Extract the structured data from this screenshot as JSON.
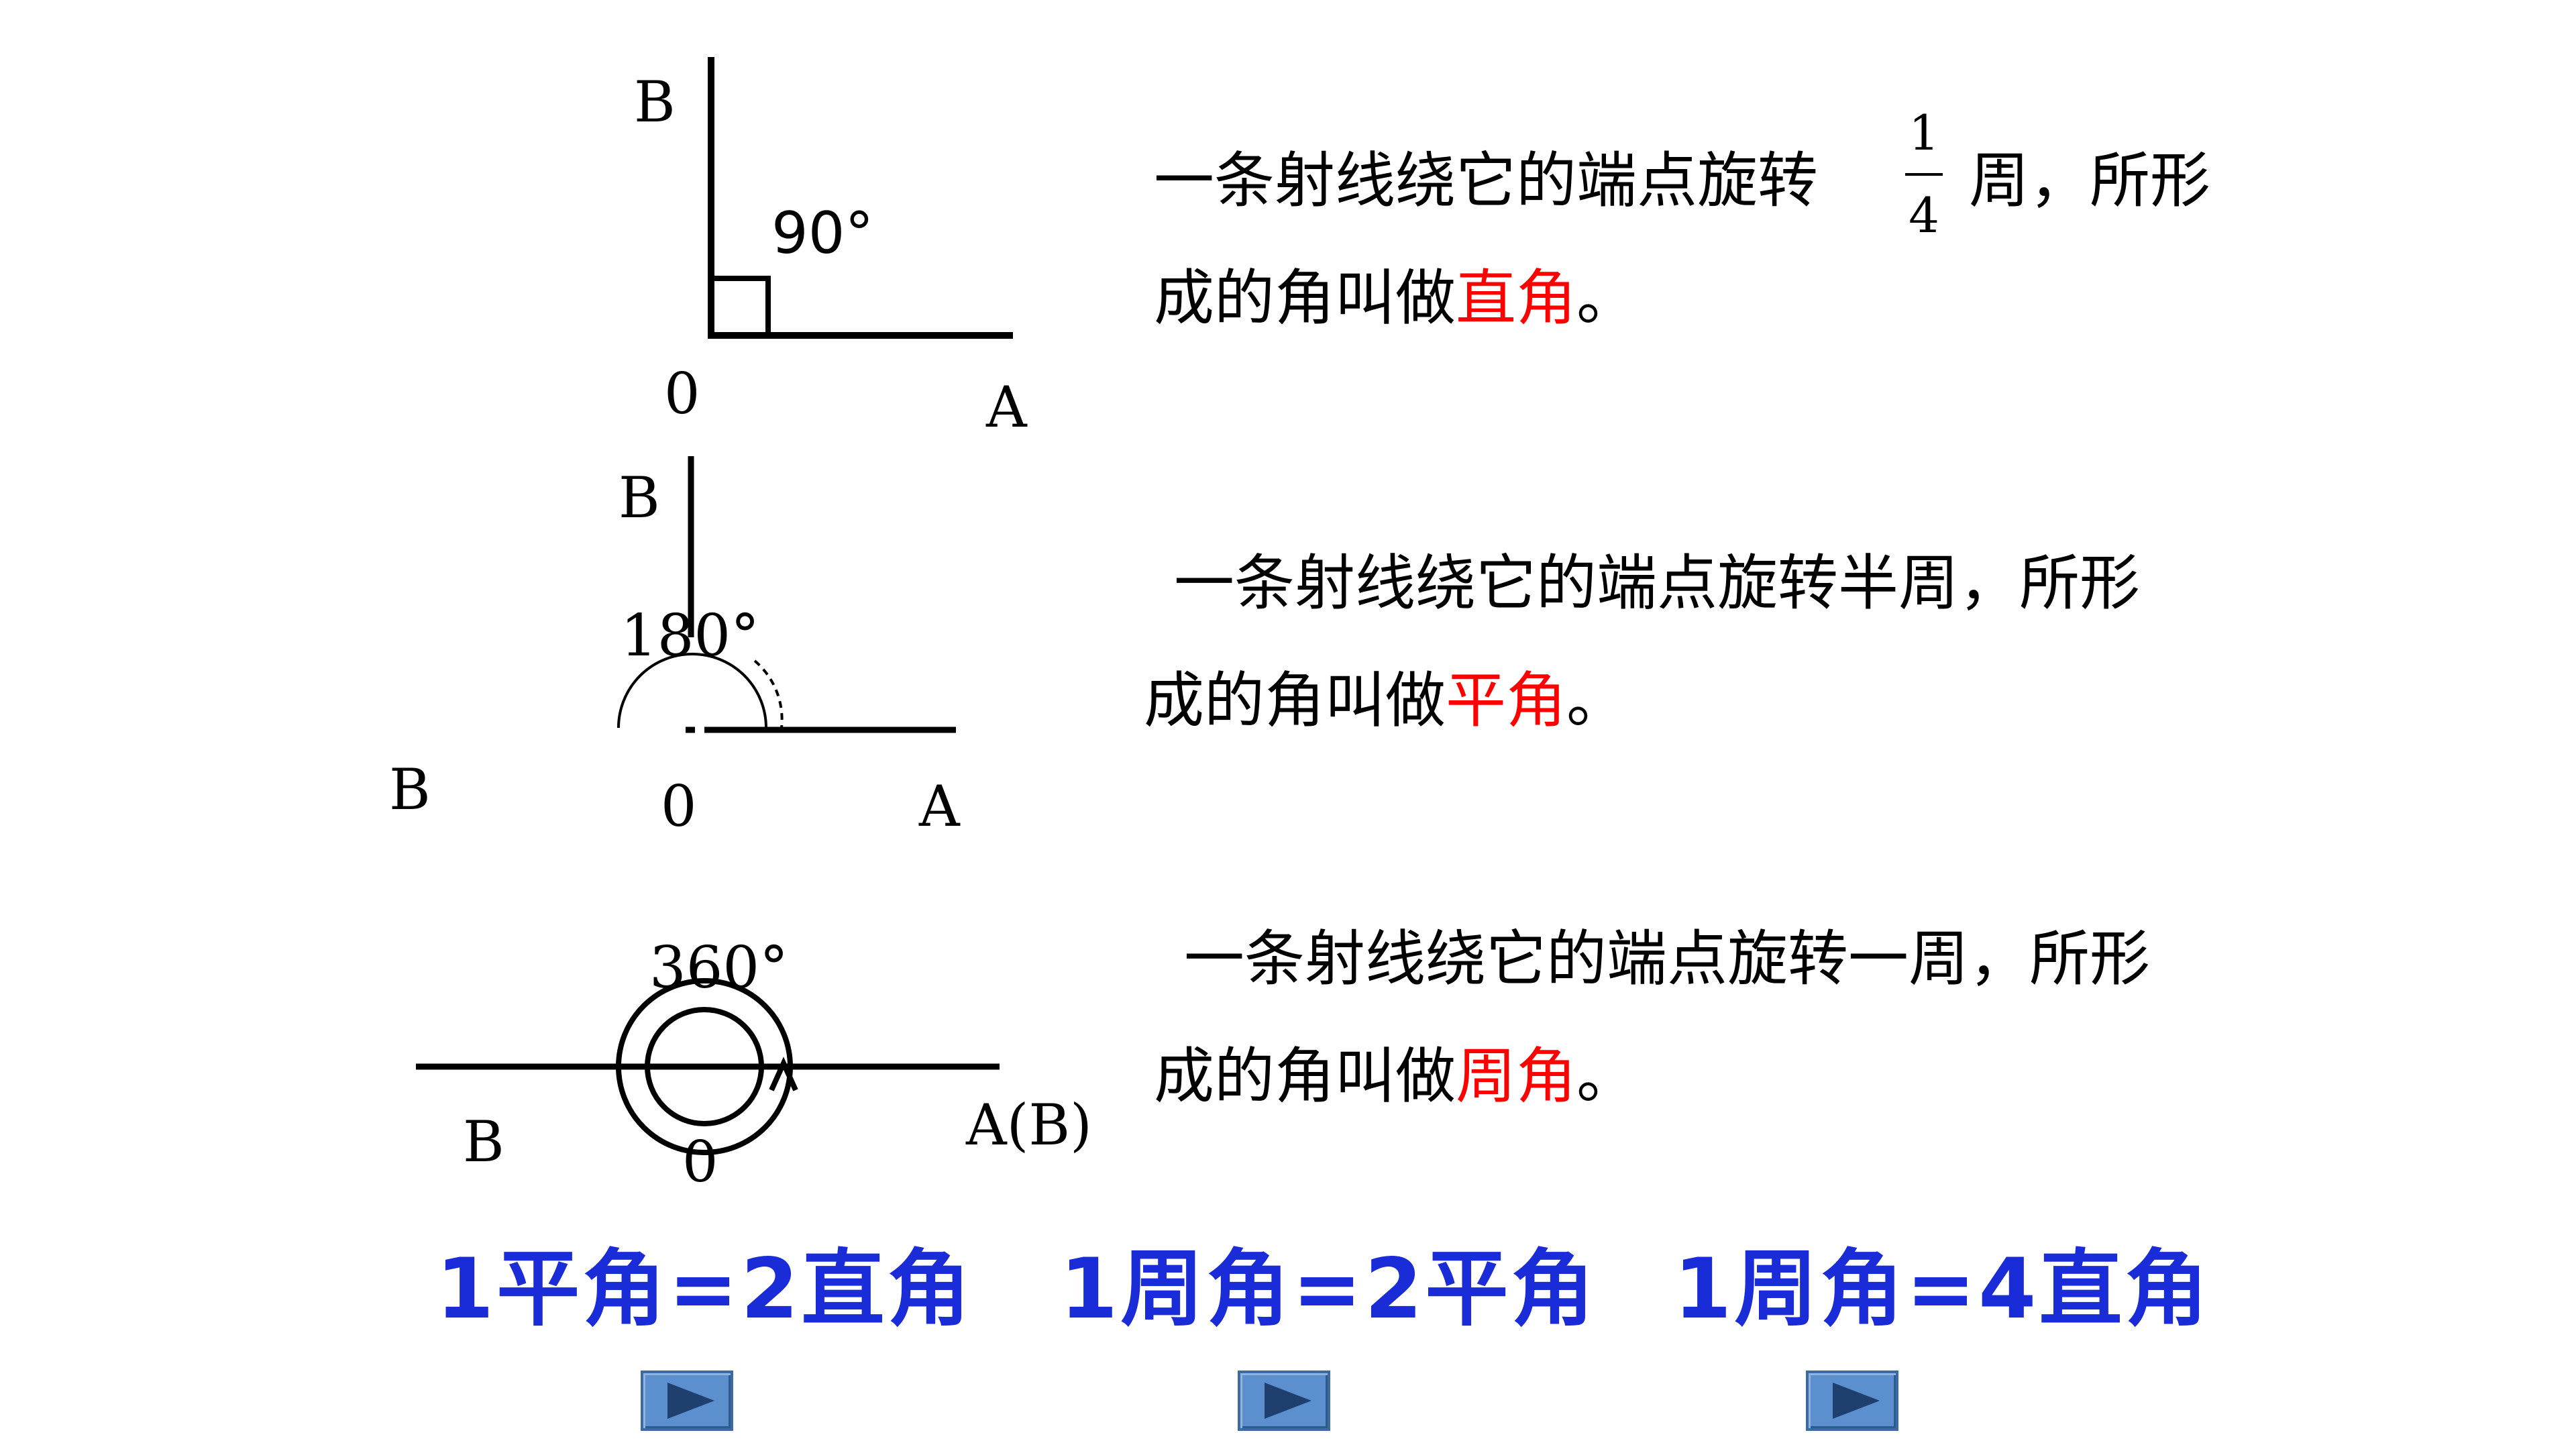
{
  "right_angle": {
    "label_B": "B",
    "label_O": "0",
    "label_A": "A",
    "degree": "90°",
    "desc_before": "一条射线绕它的端点旋转",
    "frac_num": "1",
    "frac_den": "4",
    "desc_after": "周，所形",
    "desc_line2": "成的角叫做",
    "term": "直角",
    "end": "。"
  },
  "straight_angle": {
    "label_B_top": "B",
    "label_B_left": "B",
    "label_O": "0",
    "label_A": "A",
    "degree": "180°",
    "desc_line1": "一条射线绕它的端点旋转半周，所形",
    "desc_line2": "成的角叫做",
    "term": "平角",
    "end": "。"
  },
  "full_angle": {
    "label_B": "B",
    "label_O": "0",
    "label_AB": "A(B)",
    "degree": "360°",
    "desc_line1": "一条射线绕它的端点旋转一周，所形",
    "desc_line2": "成的角叫做",
    "term": "周角",
    "end": "。"
  },
  "equations": [
    "1平角=2直角",
    "1周角=2平角",
    "1周角=4直角"
  ],
  "colors": {
    "term": "#ff0000",
    "equation": "#1a2bd8",
    "button": "#5b8fce"
  }
}
